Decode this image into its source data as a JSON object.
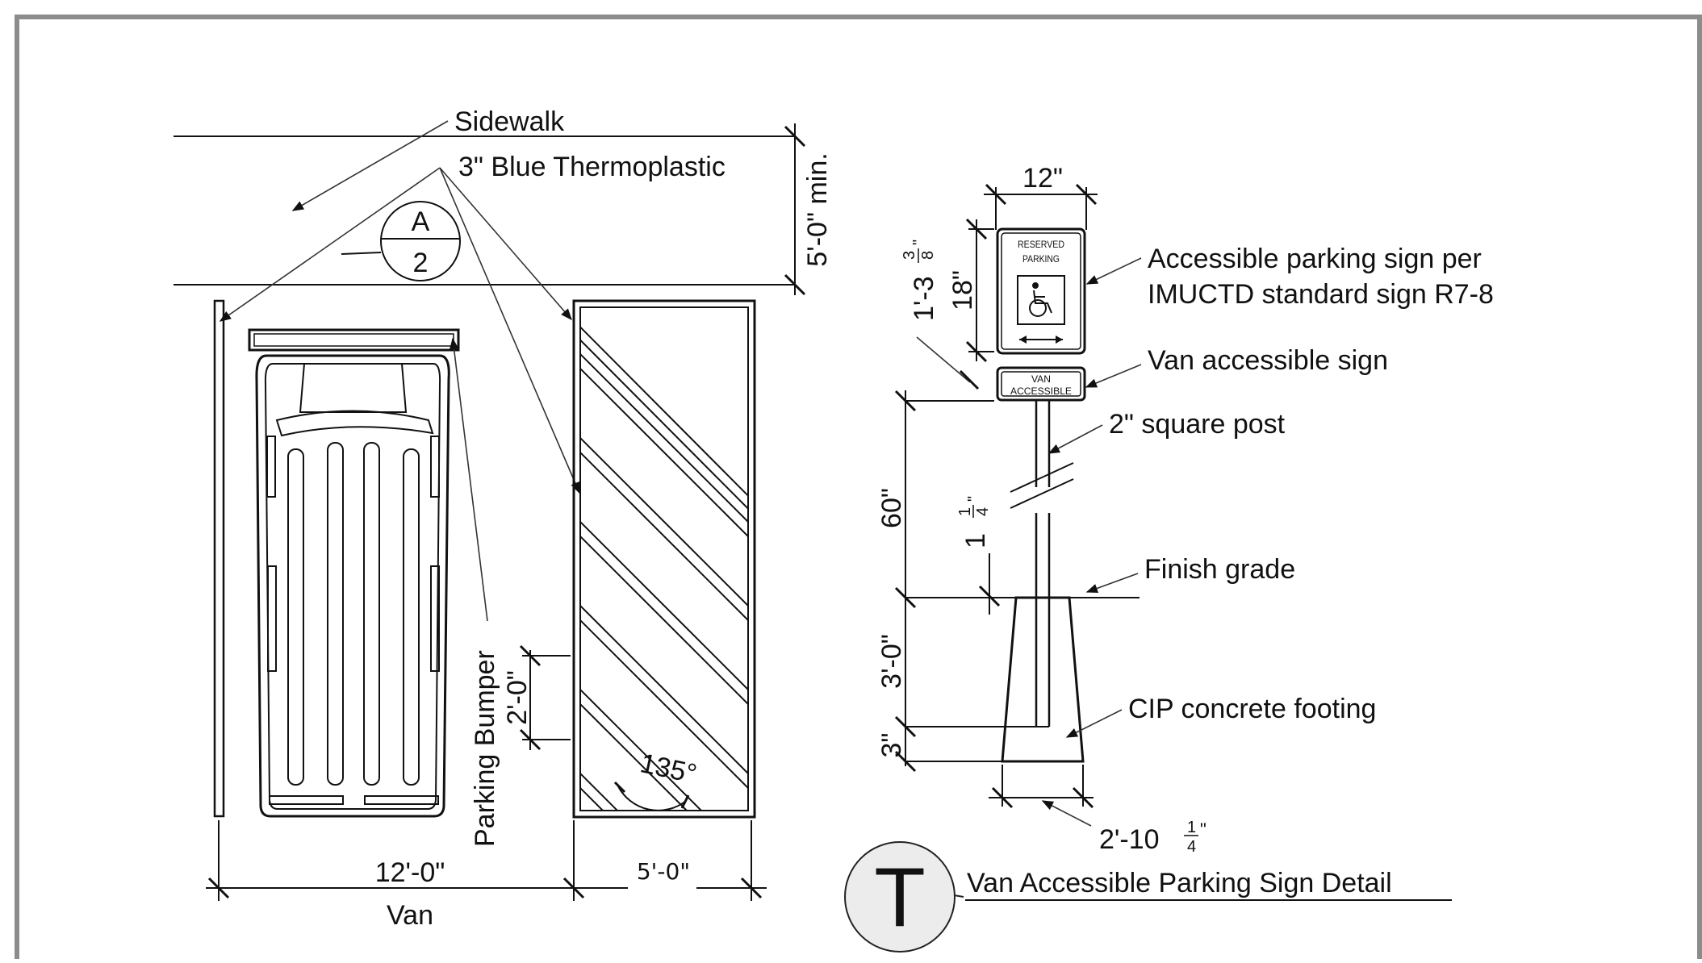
{
  "plan": {
    "sidewalk": "Sidewalk",
    "thermoplastic": "3\" Blue Thermoplastic",
    "dim_buffer": "5'-0\" min.",
    "section_top": "A",
    "section_bottom": "2",
    "bumper": "Parking Bumper",
    "dim_bumper": "2'-0\"",
    "angle": "135°",
    "dim_van": "12'-0\"",
    "van": "Van",
    "dim_aisle": "5'-0\""
  },
  "sign": {
    "dim_width": "12\"",
    "dim_height": "18\"",
    "dim_gap_main": "1'-3",
    "dim_gap_num": "3",
    "dim_gap_den": "8",
    "dim_gap_unit": "\"",
    "sign_line1": "RESERVED",
    "sign_line2": "PARKING",
    "plaque_line1": "VAN",
    "plaque_line2": "ACCESSIBLE",
    "label_sign_1": "Accessible parking sign per",
    "label_sign_2": "IMUCTD standard sign R7-8",
    "label_van": "Van accessible sign",
    "label_post": "2\" square post",
    "dim_mount": "60\"",
    "dim_small_main": "1",
    "dim_small_num": "1",
    "dim_small_den": "4",
    "dim_small_unit": "\"",
    "label_grade": "Finish grade",
    "dim_footing": "3'-0\"",
    "dim_base": "3\"",
    "label_footing": "CIP concrete footing",
    "dim_foot_main": "2'-10",
    "dim_foot_num": "1",
    "dim_foot_den": "4",
    "dim_foot_unit": "\""
  },
  "title_block": {
    "letter": "T",
    "title": "Van Accessible Parking Sign Detail"
  }
}
